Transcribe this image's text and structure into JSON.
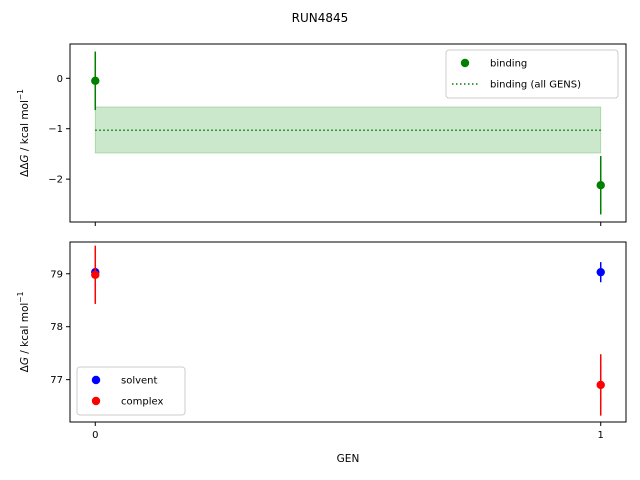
{
  "title": "RUN4845",
  "xlabel": "GEN",
  "chart_data": [
    {
      "type": "scatter",
      "ylabel_main": "ΔΔ",
      "ylabel_var": "G",
      "ylabel_unit": " / kcal mol",
      "ylabel_sup": "−1",
      "xlim": [
        -0.05,
        1.05
      ],
      "ylim": [
        -2.85,
        0.68
      ],
      "xticks": [
        0,
        1
      ],
      "yticks": [
        0,
        -1,
        -2
      ],
      "ytick_labels": [
        "0",
        "−1",
        "−2"
      ],
      "series": [
        {
          "name": "binding",
          "color": "#008000",
          "x": [
            0,
            1
          ],
          "y": [
            -0.05,
            -2.12
          ],
          "yerr": [
            0.58,
            0.58
          ]
        }
      ],
      "reference": {
        "name": "binding (all GENS)",
        "color": "#008000",
        "fill": "#cce8cc",
        "y": -1.03,
        "lower": -1.48,
        "upper": -0.57,
        "x_range": [
          0,
          1
        ]
      },
      "legend_position": "upper right"
    },
    {
      "type": "scatter",
      "ylabel_main": "Δ",
      "ylabel_var": "G",
      "ylabel_unit": " / kcal mol",
      "ylabel_sup": "−1",
      "xlim": [
        -0.05,
        1.05
      ],
      "ylim": [
        76.2,
        79.6
      ],
      "xticks": [
        0,
        1
      ],
      "xtick_labels": [
        "0",
        "1"
      ],
      "yticks": [
        77,
        78,
        79
      ],
      "ytick_labels": [
        "77",
        "78",
        "79"
      ],
      "series": [
        {
          "name": "solvent",
          "color": "#0000ff",
          "x": [
            0,
            1
          ],
          "y": [
            79.03,
            79.03
          ],
          "yerr": [
            0.05,
            0.19
          ]
        },
        {
          "name": "complex",
          "color": "#ff0000",
          "x": [
            0,
            1
          ],
          "y": [
            78.98,
            76.9
          ],
          "yerr": [
            0.55,
            0.58
          ]
        }
      ],
      "legend_position": "lower left"
    }
  ]
}
